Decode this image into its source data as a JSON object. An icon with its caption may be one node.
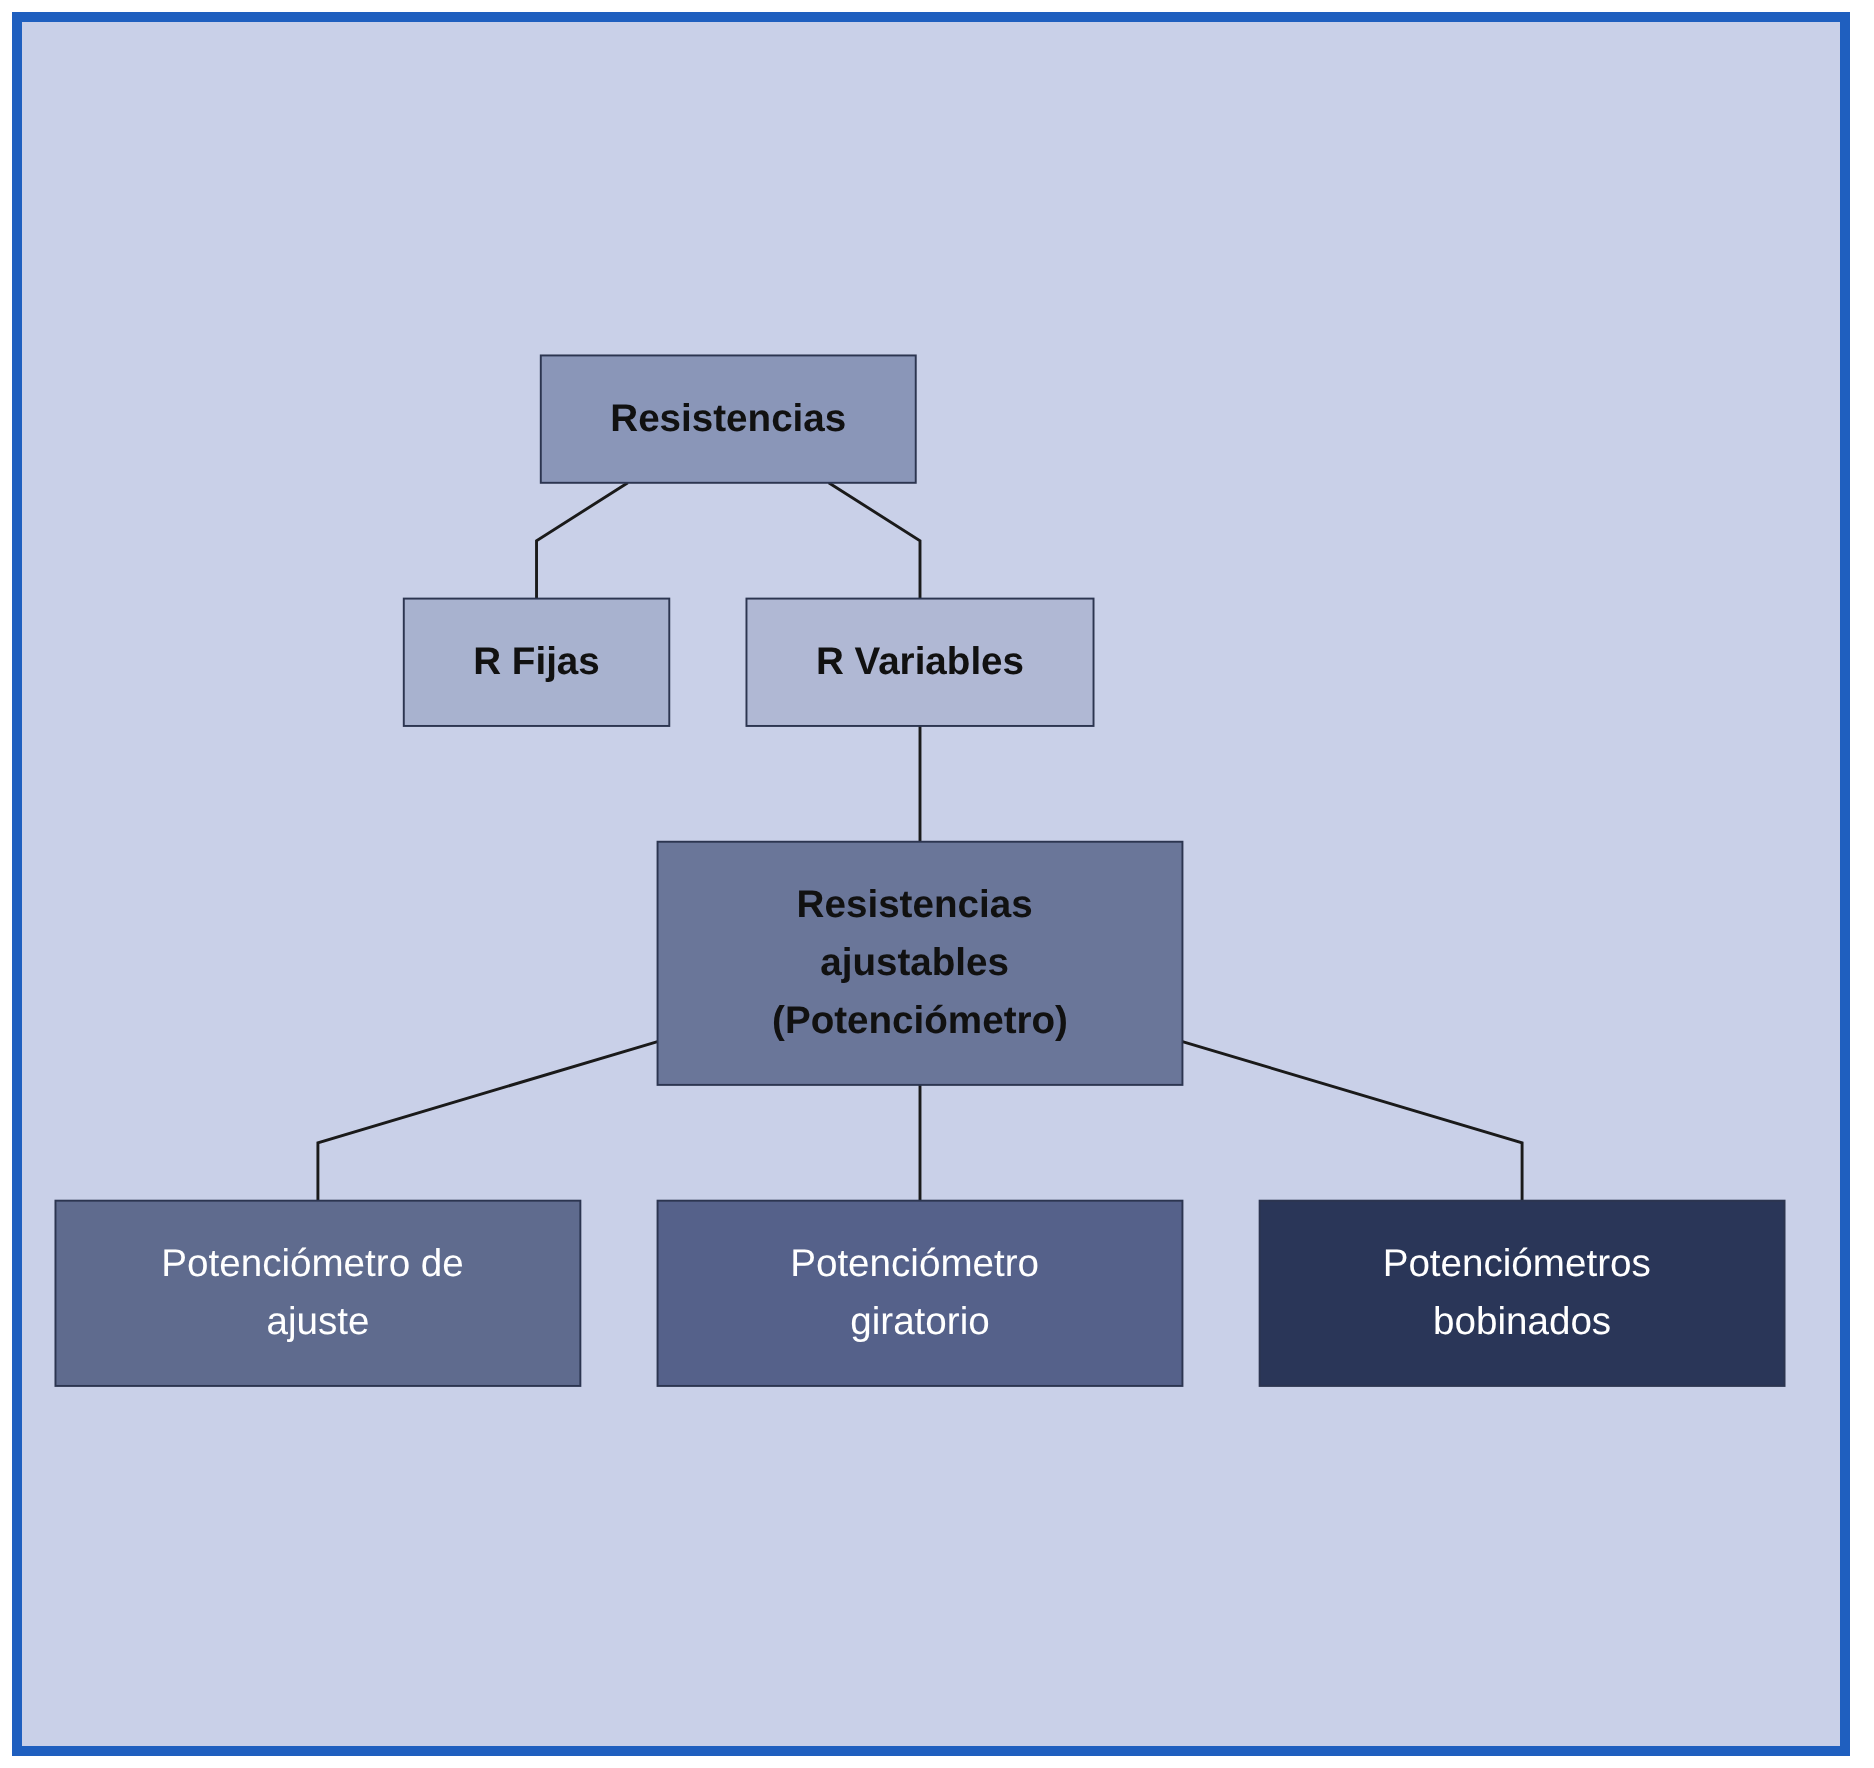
{
  "diagram": {
    "nodes": [
      {
        "text": [
          "Resistencias"
        ]
      },
      {
        "text": [
          "R Fijas"
        ]
      },
      {
        "text": [
          "R Variables"
        ]
      },
      {
        "text": [
          "Resistencias ajustables (Potenciómetro)"
        ]
      },
      {
        "text": [
          "Potenciómetro de ajuste"
        ]
      },
      {
        "text": [
          "Potenciómetro giratorio"
        ]
      },
      {
        "text": [
          "Potenciómetros bobinados"
        ]
      }
    ],
    "edges": [
      {
        "from": 0,
        "to": 1,
        "arrow": "none"
      },
      {
        "from": 0,
        "to": 2,
        "arrow": "none"
      },
      {
        "from": 2,
        "to": 3,
        "arrow": "none"
      },
      {
        "from": 3,
        "to": 4,
        "arrow": "none"
      },
      {
        "from": 3,
        "to": 5,
        "arrow": "none"
      },
      {
        "from": 3,
        "to": 6,
        "arrow": "none"
      }
    ]
  }
}
